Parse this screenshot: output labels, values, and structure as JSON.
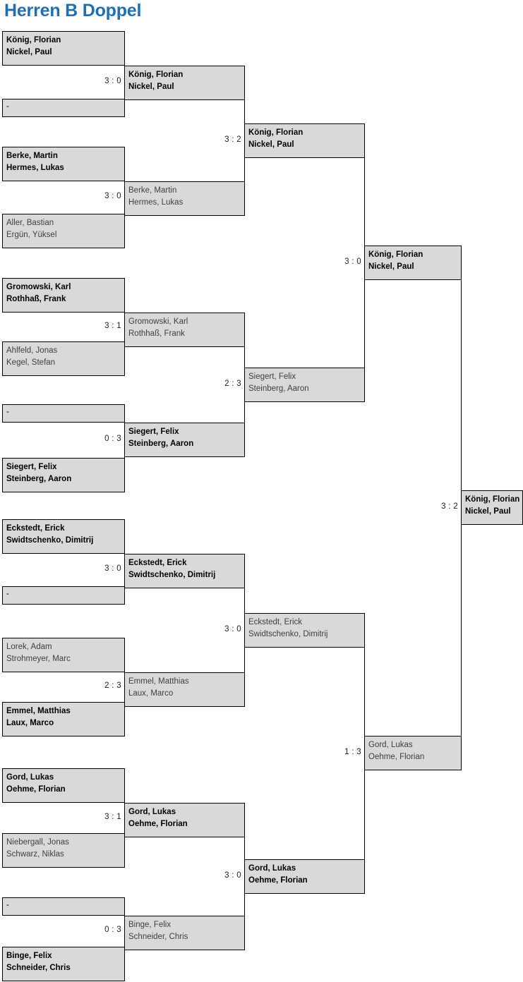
{
  "title": "Herren B Doppel",
  "colors": {
    "title": "#1f6fb2",
    "slot_fill": "#d9d9d9",
    "slot_border": "#000000",
    "winner_text": "#000000",
    "loser_text": "#3f3f3f"
  },
  "bracket": {
    "type": "single-elimination",
    "rounds": 5,
    "round1": [
      {
        "p1": "König, Florian",
        "p2": "Nickel, Paul",
        "style": "winner"
      },
      {
        "p1": "-",
        "p2": "",
        "style": "bye"
      },
      {
        "p1": "Berke, Martin",
        "p2": "Hermes, Lukas",
        "style": "winner"
      },
      {
        "p1": "Aller, Bastian",
        "p2": "Ergün, Yüksel",
        "style": "loser"
      },
      {
        "p1": "Gromowski, Karl",
        "p2": "Rothhaß, Frank",
        "style": "winner"
      },
      {
        "p1": "Ahlfeld, Jonas",
        "p2": "Kegel, Stefan",
        "style": "loser"
      },
      {
        "p1": "-",
        "p2": "",
        "style": "bye"
      },
      {
        "p1": "Siegert, Felix",
        "p2": "Steinberg, Aaron",
        "style": "winner"
      },
      {
        "p1": "Eckstedt, Erick",
        "p2": "Swidtschenko, Dimitrij",
        "style": "winner"
      },
      {
        "p1": "-",
        "p2": "",
        "style": "bye"
      },
      {
        "p1": "Lorek, Adam",
        "p2": "Strohmeyer, Marc",
        "style": "loser"
      },
      {
        "p1": "Emmel, Matthias",
        "p2": "Laux, Marco",
        "style": "winner"
      },
      {
        "p1": "Gord, Lukas",
        "p2": "Oehme, Florian",
        "style": "winner"
      },
      {
        "p1": "Niebergall, Jonas",
        "p2": "Schwarz, Niklas",
        "style": "loser"
      },
      {
        "p1": "-",
        "p2": "",
        "style": "bye"
      },
      {
        "p1": "Binge, Felix",
        "p2": "Schneider, Chris",
        "style": "winner"
      }
    ],
    "round1_scores": [
      "3 : 0",
      "3 : 0",
      "3 : 1",
      "0 : 3",
      "3 : 0",
      "2 : 3",
      "3 : 1",
      "0 : 3"
    ],
    "round2": [
      {
        "p1": "König, Florian",
        "p2": "Nickel, Paul",
        "style": "winner"
      },
      {
        "p1": "Berke, Martin",
        "p2": "Hermes, Lukas",
        "style": "loser"
      },
      {
        "p1": "Gromowski, Karl",
        "p2": "Rothhaß, Frank",
        "style": "loser"
      },
      {
        "p1": "Siegert, Felix",
        "p2": "Steinberg, Aaron",
        "style": "winner"
      },
      {
        "p1": "Eckstedt, Erick",
        "p2": "Swidtschenko, Dimitrij",
        "style": "winner"
      },
      {
        "p1": "Emmel, Matthias",
        "p2": "Laux, Marco",
        "style": "loser"
      },
      {
        "p1": "Gord, Lukas",
        "p2": "Oehme, Florian",
        "style": "winner"
      },
      {
        "p1": "Binge, Felix",
        "p2": "Schneider, Chris",
        "style": "loser"
      }
    ],
    "round2_scores": [
      "3 : 2",
      "2 : 3",
      "3 : 0",
      "3 : 0"
    ],
    "round3": [
      {
        "p1": "König, Florian",
        "p2": "Nickel, Paul",
        "style": "winner"
      },
      {
        "p1": "Siegert, Felix",
        "p2": "Steinberg, Aaron",
        "style": "loser"
      },
      {
        "p1": "Eckstedt, Erick",
        "p2": "Swidtschenko, Dimitrij",
        "style": "loser"
      },
      {
        "p1": "Gord, Lukas",
        "p2": "Oehme, Florian",
        "style": "winner"
      }
    ],
    "round3_scores": [
      "3 : 0",
      "1 : 3"
    ],
    "round4": [
      {
        "p1": "König, Florian",
        "p2": "Nickel, Paul",
        "style": "winner"
      },
      {
        "p1": "Gord, Lukas",
        "p2": "Oehme, Florian",
        "style": "loser"
      }
    ],
    "round4_scores": [
      "3 : 2"
    ],
    "champion": {
      "p1": "König, Florian",
      "p2": "Nickel, Paul",
      "style": "winner"
    }
  }
}
